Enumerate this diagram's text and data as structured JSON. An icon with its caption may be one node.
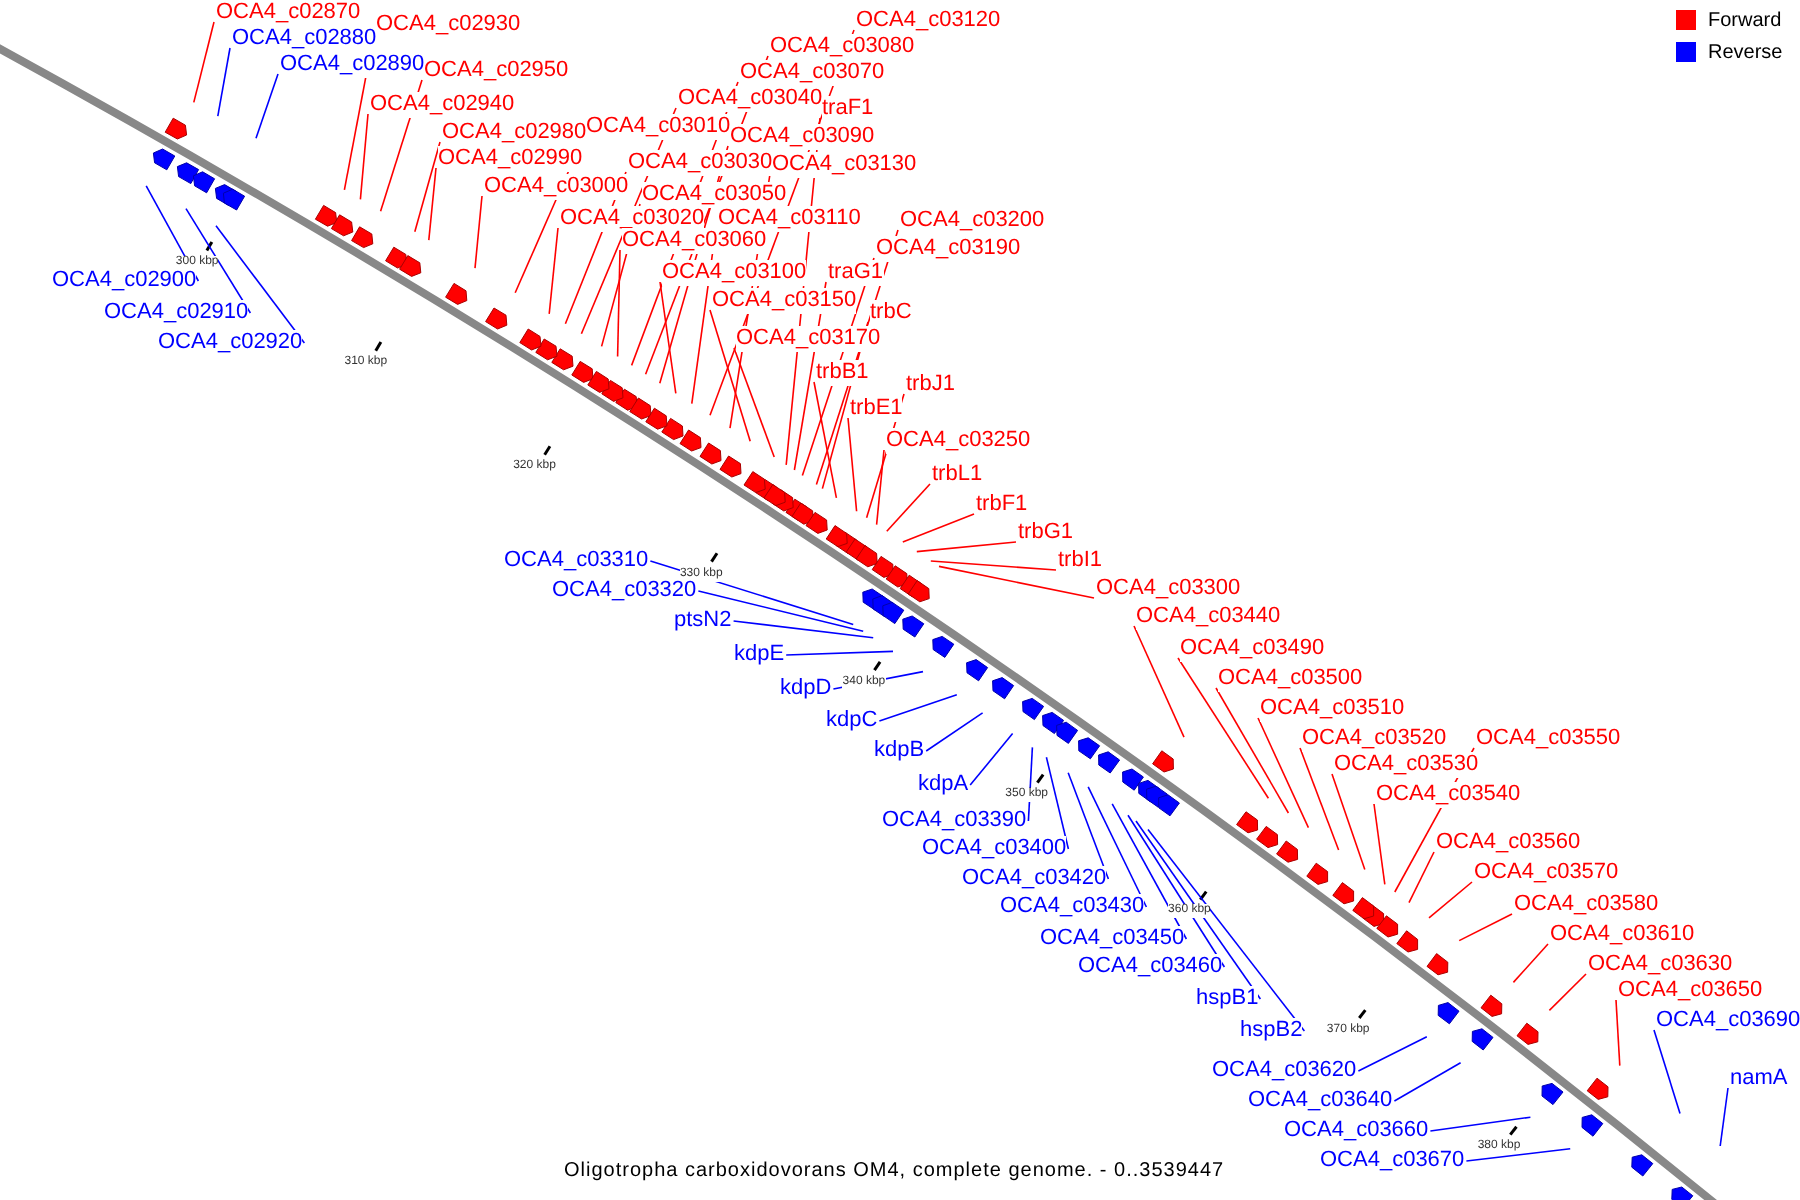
{
  "diagram": {
    "caption": "Oligotropha carboxidovorans OM4, complete genome. - 0..3539447",
    "nodes": [
      {
        "text": [
          "OCA4_c02870"
        ]
      },
      {
        "text": [
          "OCA4_c03120"
        ]
      },
      {
        "text": [
          "OCA4_c02930"
        ]
      },
      {
        "text": [
          "OCA4_c02880"
        ]
      },
      {
        "text": [
          "OCA4_c03080"
        ]
      },
      {
        "text": [
          "OCA4_c02890"
        ]
      },
      {
        "text": [
          "OCA4_c02950"
        ]
      },
      {
        "text": [
          "OCA4_c03070"
        ]
      },
      {
        "text": [
          "OCA4_c03040"
        ]
      },
      {
        "text": [
          "OCA4_c02940"
        ]
      },
      {
        "text": [
          "traF1"
        ]
      },
      {
        "text": [
          "OCA4_c03010"
        ]
      },
      {
        "text": [
          "OCA4_c02980"
        ]
      },
      {
        "text": [
          "OCA4_c03090"
        ]
      },
      {
        "text": [
          "OCA4_c02990"
        ]
      },
      {
        "text": [
          "OCA4_c03030"
        ]
      },
      {
        "text": [
          "OCA4_c03130"
        ]
      },
      {
        "text": [
          "OCA4_c03000"
        ]
      },
      {
        "text": [
          "OCA4_c03050"
        ]
      },
      {
        "text": [
          "OCA4_c03020"
        ]
      },
      {
        "text": [
          "OCA4_c03110"
        ]
      },
      {
        "text": [
          "OCA4_c03200"
        ]
      },
      {
        "text": [
          "OCA4_c03060"
        ]
      },
      {
        "text": [
          "OCA4_c03190"
        ]
      },
      {
        "text": [
          "OCA4_c03100"
        ]
      },
      {
        "text": [
          "traG1"
        ]
      },
      {
        "text": [
          "OCA4_c02900"
        ]
      },
      {
        "text": [
          "OCA4_c03150"
        ]
      },
      {
        "text": [
          "trbC"
        ]
      },
      {
        "text": [
          "OCA4_c02910"
        ]
      },
      {
        "text": [
          "OCA4_c03170"
        ]
      },
      {
        "text": [
          "OCA4_c02920"
        ]
      },
      {
        "text": [
          "trbB1"
        ]
      },
      {
        "text": [
          "trbJ1"
        ]
      },
      {
        "text": [
          "trbE1"
        ]
      },
      {
        "text": [
          "OCA4_c03250"
        ]
      },
      {
        "text": [
          "trbL1"
        ]
      },
      {
        "text": [
          "trbF1"
        ]
      },
      {
        "text": [
          "trbG1"
        ]
      },
      {
        "text": [
          "trbI1"
        ]
      },
      {
        "text": [
          "OCA4_c03310"
        ]
      },
      {
        "text": [
          "OCA4_c03300"
        ]
      },
      {
        "text": [
          "OCA4_c03320"
        ]
      },
      {
        "text": [
          "OCA4_c03440"
        ]
      },
      {
        "text": [
          "ptsN2"
        ]
      },
      {
        "text": [
          "OCA4_c03490"
        ]
      },
      {
        "text": [
          "kdpE"
        ]
      },
      {
        "text": [
          "OCA4_c03500"
        ]
      },
      {
        "text": [
          "kdpD"
        ]
      },
      {
        "text": [
          "OCA4_c03510"
        ]
      },
      {
        "text": [
          "kdpC"
        ]
      },
      {
        "text": [
          "OCA4_c03520"
        ]
      },
      {
        "text": [
          "OCA4_c03550"
        ]
      },
      {
        "text": [
          "kdpB"
        ]
      },
      {
        "text": [
          "OCA4_c03530"
        ]
      },
      {
        "text": [
          "kdpA"
        ]
      },
      {
        "text": [
          "OCA4_c03540"
        ]
      },
      {
        "text": [
          "OCA4_c03390"
        ]
      },
      {
        "text": [
          "OCA4_c03560"
        ]
      },
      {
        "text": [
          "OCA4_c03400"
        ]
      },
      {
        "text": [
          "OCA4_c03570"
        ]
      },
      {
        "text": [
          "OCA4_c03420"
        ]
      },
      {
        "text": [
          "OCA4_c03580"
        ]
      },
      {
        "text": [
          "OCA4_c03430"
        ]
      },
      {
        "text": [
          "OCA4_c03610"
        ]
      },
      {
        "text": [
          "OCA4_c03450"
        ]
      },
      {
        "text": [
          "OCA4_c03630"
        ]
      },
      {
        "text": [
          "OCA4_c03460"
        ]
      },
      {
        "text": [
          "OCA4_c03650"
        ]
      },
      {
        "text": [
          "hspB1"
        ]
      },
      {
        "text": [
          "OCA4_c03690"
        ]
      },
      {
        "text": [
          "hspB2"
        ]
      },
      {
        "text": [
          "OCA4_c03620"
        ]
      },
      {
        "text": [
          "namA"
        ]
      },
      {
        "text": [
          "OCA4_c03640"
        ]
      },
      {
        "text": [
          "OCA4_c03660"
        ]
      },
      {
        "text": [
          "OCA4_c03670"
        ]
      }
    ],
    "edges": [
      {
        "from": 0,
        "to": null,
        "arrow": "none"
      },
      {
        "from": 1,
        "to": null,
        "arrow": "none"
      },
      {
        "from": 2,
        "to": null,
        "arrow": "none"
      },
      {
        "from": 3,
        "to": null,
        "arrow": "none",
        "color": "#0000ff"
      },
      {
        "from": 4,
        "to": null,
        "arrow": "none"
      },
      {
        "from": 5,
        "to": null,
        "arrow": "none",
        "color": "#0000ff"
      },
      {
        "from": 6,
        "to": null,
        "arrow": "none"
      },
      {
        "from": 7,
        "to": null,
        "arrow": "none"
      },
      {
        "from": 8,
        "to": null,
        "arrow": "none"
      },
      {
        "from": 9,
        "to": null,
        "arrow": "none"
      },
      {
        "from": 10,
        "to": null,
        "arrow": "none"
      },
      {
        "from": 11,
        "to": null,
        "arrow": "none"
      },
      {
        "from": 12,
        "to": null,
        "arrow": "none"
      },
      {
        "from": 13,
        "to": null,
        "arrow": "none"
      },
      {
        "from": 14,
        "to": null,
        "arrow": "none"
      },
      {
        "from": 15,
        "to": null,
        "arrow": "none"
      },
      {
        "from": 16,
        "to": null,
        "arrow": "none"
      },
      {
        "from": 17,
        "to": null,
        "arrow": "none"
      },
      {
        "from": 18,
        "to": null,
        "arrow": "none"
      },
      {
        "from": 19,
        "to": null,
        "arrow": "none"
      },
      {
        "from": 20,
        "to": null,
        "arrow": "none"
      },
      {
        "from": 21,
        "to": null,
        "arrow": "none"
      },
      {
        "from": 22,
        "to": null,
        "arrow": "none"
      },
      {
        "from": 23,
        "to": null,
        "arrow": "none"
      },
      {
        "from": 24,
        "to": null,
        "arrow": "none"
      },
      {
        "from": 25,
        "to": null,
        "arrow": "none"
      },
      {
        "from": 26,
        "to": null,
        "arrow": "none",
        "color": "#0000ff"
      },
      {
        "from": 27,
        "to": null,
        "arrow": "none"
      },
      {
        "from": 28,
        "to": null,
        "arrow": "none"
      },
      {
        "from": 29,
        "to": null,
        "arrow": "none",
        "color": "#0000ff"
      },
      {
        "from": 30,
        "to": null,
        "arrow": "none"
      },
      {
        "from": 31,
        "to": null,
        "arrow": "none",
        "color": "#0000ff"
      },
      {
        "from": 32,
        "to": null,
        "arrow": "none"
      },
      {
        "from": 33,
        "to": null,
        "arrow": "none"
      },
      {
        "from": 34,
        "to": null,
        "arrow": "none"
      },
      {
        "from": 35,
        "to": null,
        "arrow": "none"
      },
      {
        "from": 36,
        "to": null,
        "arrow": "none"
      },
      {
        "from": 37,
        "to": null,
        "arrow": "none"
      },
      {
        "from": 38,
        "to": null,
        "arrow": "none"
      },
      {
        "from": 39,
        "to": null,
        "arrow": "none"
      },
      {
        "from": 40,
        "to": null,
        "arrow": "none",
        "color": "#0000ff"
      },
      {
        "from": 41,
        "to": null,
        "arrow": "none"
      },
      {
        "from": 42,
        "to": null,
        "arrow": "none",
        "color": "#0000ff"
      },
      {
        "from": 43,
        "to": null,
        "arrow": "none"
      },
      {
        "from": 44,
        "to": null,
        "arrow": "none",
        "color": "#0000ff"
      },
      {
        "from": 45,
        "to": null,
        "arrow": "none"
      },
      {
        "from": 46,
        "to": null,
        "arrow": "none",
        "color": "#0000ff"
      },
      {
        "from": 47,
        "to": null,
        "arrow": "none"
      },
      {
        "from": 48,
        "to": null,
        "arrow": "none",
        "color": "#0000ff"
      },
      {
        "from": 49,
        "to": null,
        "arrow": "none"
      },
      {
        "from": 50,
        "to": null,
        "arrow": "none",
        "color": "#0000ff"
      },
      {
        "from": 51,
        "to": null,
        "arrow": "none"
      },
      {
        "from": 52,
        "to": null,
        "arrow": "none"
      },
      {
        "from": 53,
        "to": null,
        "arrow": "none",
        "color": "#0000ff"
      },
      {
        "from": 54,
        "to": null,
        "arrow": "none"
      },
      {
        "from": 55,
        "to": null,
        "arrow": "none",
        "color": "#0000ff"
      },
      {
        "from": 56,
        "to": null,
        "arrow": "none"
      },
      {
        "from": 57,
        "to": null,
        "arrow": "none",
        "color": "#0000ff"
      },
      {
        "from": 58,
        "to": null,
        "arrow": "none"
      },
      {
        "from": 59,
        "to": null,
        "arrow": "none",
        "color": "#0000ff"
      },
      {
        "from": 60,
        "to": null,
        "arrow": "none"
      },
      {
        "from": 61,
        "to": null,
        "arrow": "none",
        "color": "#0000ff"
      },
      {
        "from": 62,
        "to": null,
        "arrow": "none"
      },
      {
        "from": 63,
        "to": null,
        "arrow": "none",
        "color": "#0000ff"
      },
      {
        "from": 64,
        "to": null,
        "arrow": "none"
      },
      {
        "from": 65,
        "to": null,
        "arrow": "none",
        "color": "#0000ff"
      },
      {
        "from": 66,
        "to": null,
        "arrow": "none"
      },
      {
        "from": 67,
        "to": null,
        "arrow": "none",
        "color": "#0000ff"
      },
      {
        "from": 68,
        "to": null,
        "arrow": "none"
      },
      {
        "from": 69,
        "to": null,
        "arrow": "none",
        "color": "#0000ff"
      },
      {
        "from": 70,
        "to": null,
        "arrow": "none",
        "color": "#0000ff"
      },
      {
        "from": 71,
        "to": null,
        "arrow": "none",
        "color": "#0000ff"
      },
      {
        "from": 72,
        "to": null,
        "arrow": "none",
        "color": "#0000ff"
      },
      {
        "from": 73,
        "to": null,
        "arrow": "none",
        "color": "#0000ff"
      },
      {
        "from": 74,
        "to": null,
        "arrow": "none",
        "color": "#0000ff"
      },
      {
        "from": 75,
        "to": null,
        "arrow": "none",
        "color": "#0000ff"
      },
      {
        "from": 76,
        "to": null,
        "arrow": "none",
        "color": "#0000ff"
      }
    ],
    "labels": [
      "300 kbp",
      "310 kbp",
      "320 kbp",
      "330 kbp",
      "340 kbp",
      "350 kbp",
      "360 kbp",
      "370 kbp",
      "380 kbp"
    ],
    "legend": [
      {
        "text": "Forward",
        "color": "#ff0000"
      },
      {
        "text": "Reverse",
        "color": "#0000ff"
      }
    ]
  }
}
